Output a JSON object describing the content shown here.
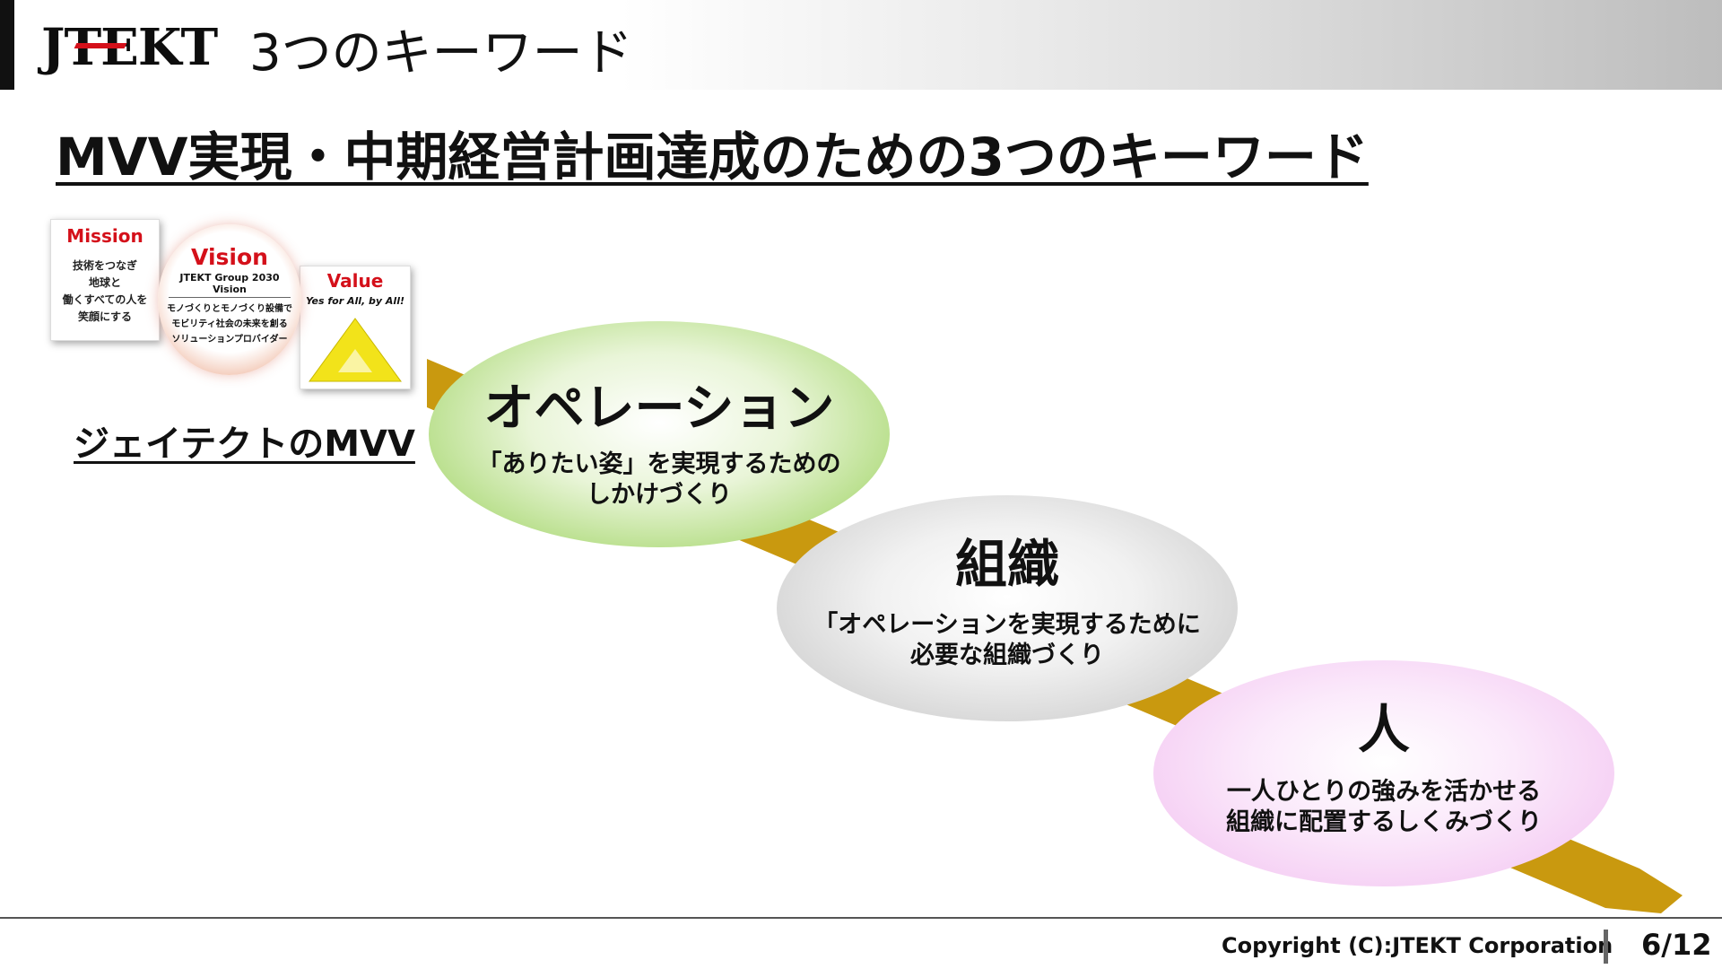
{
  "header": {
    "logo": "JTEKT",
    "title": "3つのキーワード"
  },
  "main_title": "MVV実現・中期経営計画達成のための3つのキーワード",
  "mvv": {
    "mission": {
      "title": "Mission",
      "text": [
        "技術をつなぎ",
        "地球と",
        "働くすべての人を",
        "笑顔にする"
      ]
    },
    "vision": {
      "title": "Vision",
      "subtitle": "JTEKT Group 2030 Vision",
      "text": [
        "モノづくりとモノづくり設備で",
        "モビリティ社会の未来を創る",
        "ソリューションプロバイダー"
      ]
    },
    "value": {
      "title": "Value",
      "subtitle": "Yes for All, by All!"
    },
    "caption": "ジェイテクトのMVV"
  },
  "keywords": [
    {
      "title": "オペレーション",
      "lines": [
        "「ありたい姿」を実現するための",
        "しかけづくり"
      ]
    },
    {
      "title": "組織",
      "lines": [
        "「オペレーションを実現するために",
        "必要な組織づくり"
      ]
    },
    {
      "title": "人",
      "lines": [
        "一人ひとりの強みを活かせる",
        "組織に配置するしくみづくり"
      ]
    }
  ],
  "footer": {
    "copyright": "Copyright (C):JTEKT Corporation",
    "page": "6/12"
  },
  "colors": {
    "band": "#c9990f",
    "brand_red": "#d4101a",
    "operation": "#8ccd52",
    "organization": "#bcbcbc",
    "people": "#efb7ec"
  }
}
